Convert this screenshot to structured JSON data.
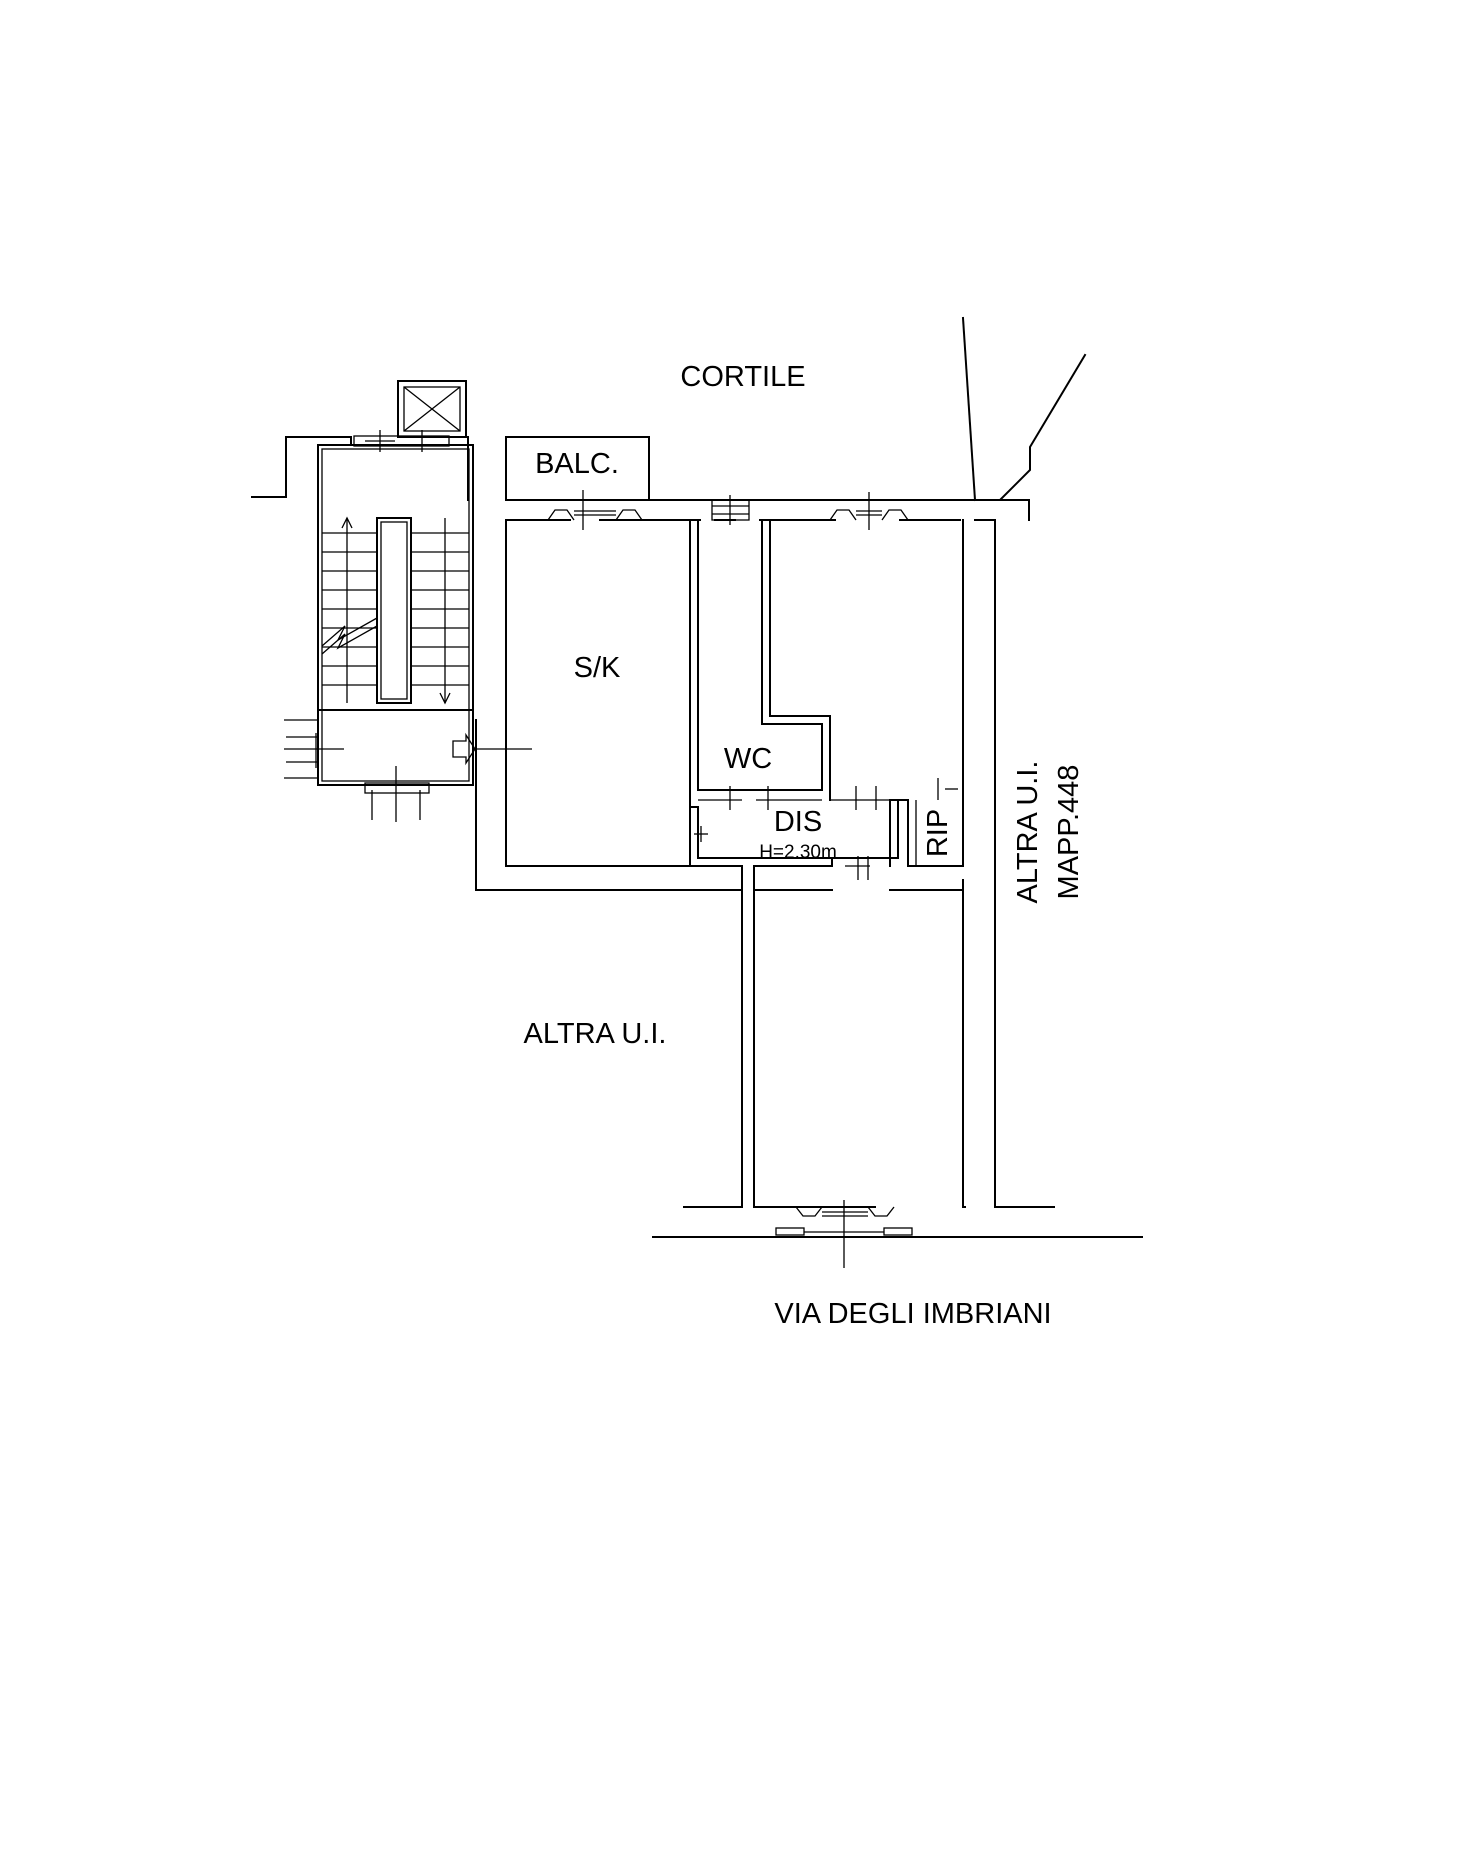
{
  "plan": {
    "labels": {
      "courtyard": "CORTILE",
      "balcony": "BALC.",
      "living_kitchen": "S/K",
      "bathroom": "WC",
      "hallway": "DIS",
      "hallway_height": "H=2.30m",
      "storage": "RIP",
      "neighbor_unit_left": "ALTRA U.I.",
      "neighbor_unit_right": "ALTRA U.I.",
      "parcel": "MAPP.448",
      "street": "VIA DEGLI IMBRIANI"
    }
  }
}
